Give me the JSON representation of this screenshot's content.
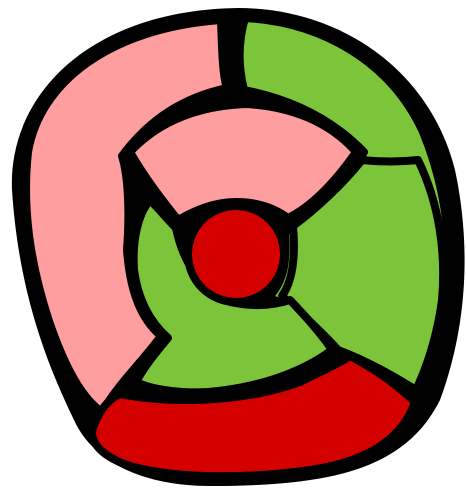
{
  "palette": {
    "pink": "#ff9e9e",
    "green": "#7cc43a",
    "red": "#d40000",
    "outline": "#000000",
    "background": "#ffffff"
  },
  "regions": [
    {
      "name": "outer-left-region",
      "fill": "pink"
    },
    {
      "name": "outer-right-region",
      "fill": "green"
    },
    {
      "name": "outer-bottom-region",
      "fill": "red"
    },
    {
      "name": "inner-top-region",
      "fill": "pink"
    },
    {
      "name": "inner-right-region",
      "fill": "green"
    },
    {
      "name": "inner-left-region",
      "fill": "green"
    },
    {
      "name": "center-region",
      "fill": "red"
    }
  ]
}
